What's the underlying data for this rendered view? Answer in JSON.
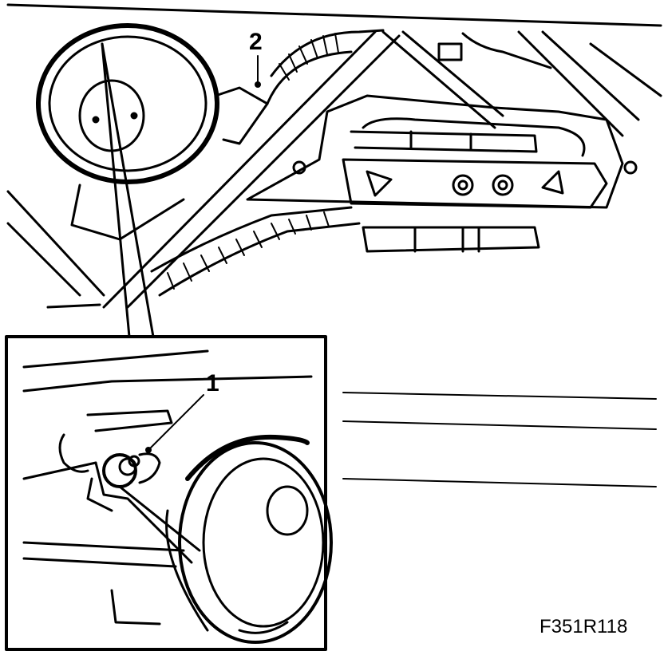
{
  "figure": {
    "callouts": [
      {
        "id": "1",
        "text": "1"
      },
      {
        "id": "2",
        "text": "2"
      }
    ],
    "figure_code": "F351R118",
    "line_color": "#000000",
    "background": "#ffffff"
  }
}
